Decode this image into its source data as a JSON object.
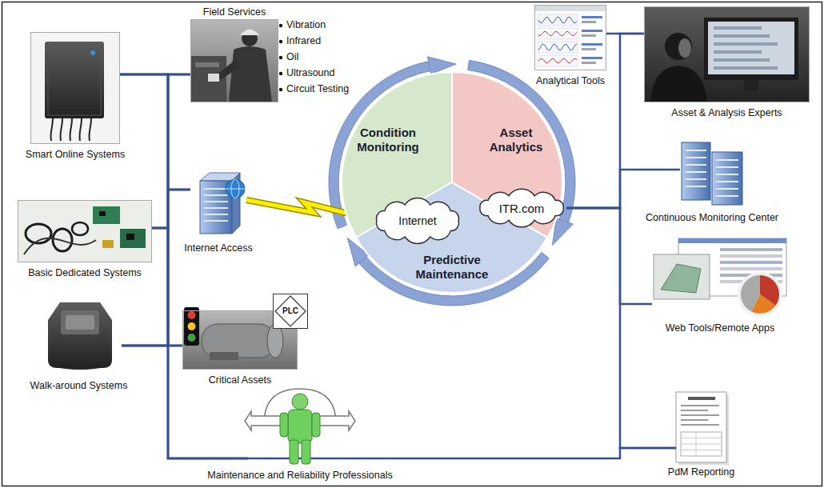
{
  "diagram": {
    "nodes": [
      {
        "text": [
          "Field Services"
        ]
      },
      {
        "text": [
          "Analytical Tools"
        ]
      },
      {
        "text": [
          "Asset & Analysis Experts"
        ]
      },
      {
        "text": [
          "Smart Online Systems"
        ]
      },
      {
        "text": [
          "Condition Monitoring"
        ]
      },
      {
        "text": [
          "Asset Analytics"
        ]
      },
      {
        "text": [
          "Continuous Monitoring Center"
        ]
      },
      {
        "text": [
          "Internet Access"
        ]
      },
      {
        "text": [
          "Internet"
        ]
      },
      {
        "text": [
          "ITR.com"
        ]
      },
      {
        "text": [
          "Basic Dedicated Systems"
        ]
      },
      {
        "text": [
          "Web Tools/Remote Apps"
        ]
      },
      {
        "text": [
          "Predictive Maintenance"
        ]
      },
      {
        "text": [
          "Walk-around Systems"
        ]
      },
      {
        "text": [
          "Critical Assets"
        ]
      },
      {
        "text": [
          "PLC"
        ],
        "in": 14
      },
      {
        "text": [
          "PdM Reporting"
        ]
      },
      {
        "text": [
          "Maintenance and Reliability Professionals"
        ]
      }
    ],
    "edges": [
      {
        "from": 3,
        "to": 0,
        "arrow": "none"
      },
      {
        "from": 3,
        "to": 7,
        "arrow": "none"
      },
      {
        "from": 3,
        "to": 14,
        "arrow": "none"
      },
      {
        "from": 3,
        "to": 17,
        "arrow": "none"
      },
      {
        "from": 10,
        "to": 0,
        "arrow": "none"
      },
      {
        "from": 10,
        "to": 7,
        "arrow": "none"
      },
      {
        "from": 10,
        "to": 14,
        "arrow": "none"
      },
      {
        "from": 10,
        "to": 17,
        "arrow": "none"
      },
      {
        "from": 13,
        "to": 0,
        "arrow": "none"
      },
      {
        "from": 13,
        "to": 7,
        "arrow": "none"
      },
      {
        "from": 13,
        "to": 14,
        "arrow": "none"
      },
      {
        "from": 13,
        "to": 17,
        "arrow": "none"
      },
      {
        "from": 7,
        "to": 8,
        "arrow": "none"
      },
      {
        "from": 17,
        "to": 16,
        "arrow": "none"
      },
      {
        "from": 1,
        "to": 2,
        "arrow": "none"
      },
      {
        "from": 9,
        "to": 2,
        "arrow": "none"
      },
      {
        "from": 9,
        "to": 6,
        "arrow": "none"
      },
      {
        "from": 9,
        "to": 11,
        "arrow": "none"
      },
      {
        "from": 9,
        "to": 16,
        "arrow": "none"
      }
    ],
    "labels": [
      "Vibration",
      "Infrared",
      "Oil",
      "Ultrasound",
      "Circuit Testing"
    ]
  }
}
